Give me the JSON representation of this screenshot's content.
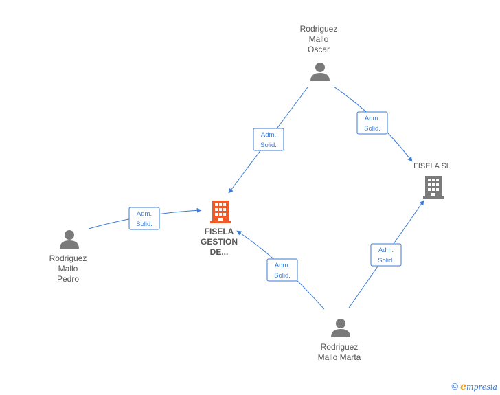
{
  "colors": {
    "edge": "#3a7bd5",
    "person": "#7a7a7a",
    "company_main": "#ee5a2a",
    "company": "#7a7a7a",
    "text": "#555555"
  },
  "nodes": {
    "oscar": {
      "type": "person",
      "icon": "person-icon",
      "label": [
        "Rodriguez",
        "Mallo",
        "Oscar"
      ]
    },
    "pedro": {
      "type": "person",
      "icon": "person-icon",
      "label": [
        "Rodriguez",
        "Mallo",
        "Pedro"
      ]
    },
    "marta": {
      "type": "person",
      "icon": "person-icon",
      "label": [
        "Rodriguez",
        "Mallo Marta"
      ]
    },
    "fisela_gestion": {
      "type": "company",
      "main": true,
      "icon": "building-icon",
      "label": [
        "FISELA",
        "GESTION",
        "DE..."
      ]
    },
    "fisela_sl": {
      "type": "company",
      "main": false,
      "icon": "building-icon",
      "label": [
        "FISELA SL"
      ]
    }
  },
  "edges": {
    "oscar_gestion": {
      "from": "oscar",
      "to": "fisela_gestion",
      "label": [
        "Adm.",
        "Solid."
      ]
    },
    "oscar_sl": {
      "from": "oscar",
      "to": "fisela_sl",
      "label": [
        "Adm.",
        "Solid."
      ]
    },
    "pedro_gestion": {
      "from": "pedro",
      "to": "fisela_gestion",
      "label": [
        "Adm.",
        "Solid."
      ]
    },
    "marta_gestion": {
      "from": "marta",
      "to": "fisela_gestion",
      "label": [
        "Adm.",
        "Solid."
      ]
    },
    "marta_sl": {
      "from": "marta",
      "to": "fisela_sl",
      "label": [
        "Adm.",
        "Solid."
      ]
    }
  },
  "brand": {
    "copyright": "©",
    "logo_initial": "e",
    "logo_rest": "mpresia"
  }
}
